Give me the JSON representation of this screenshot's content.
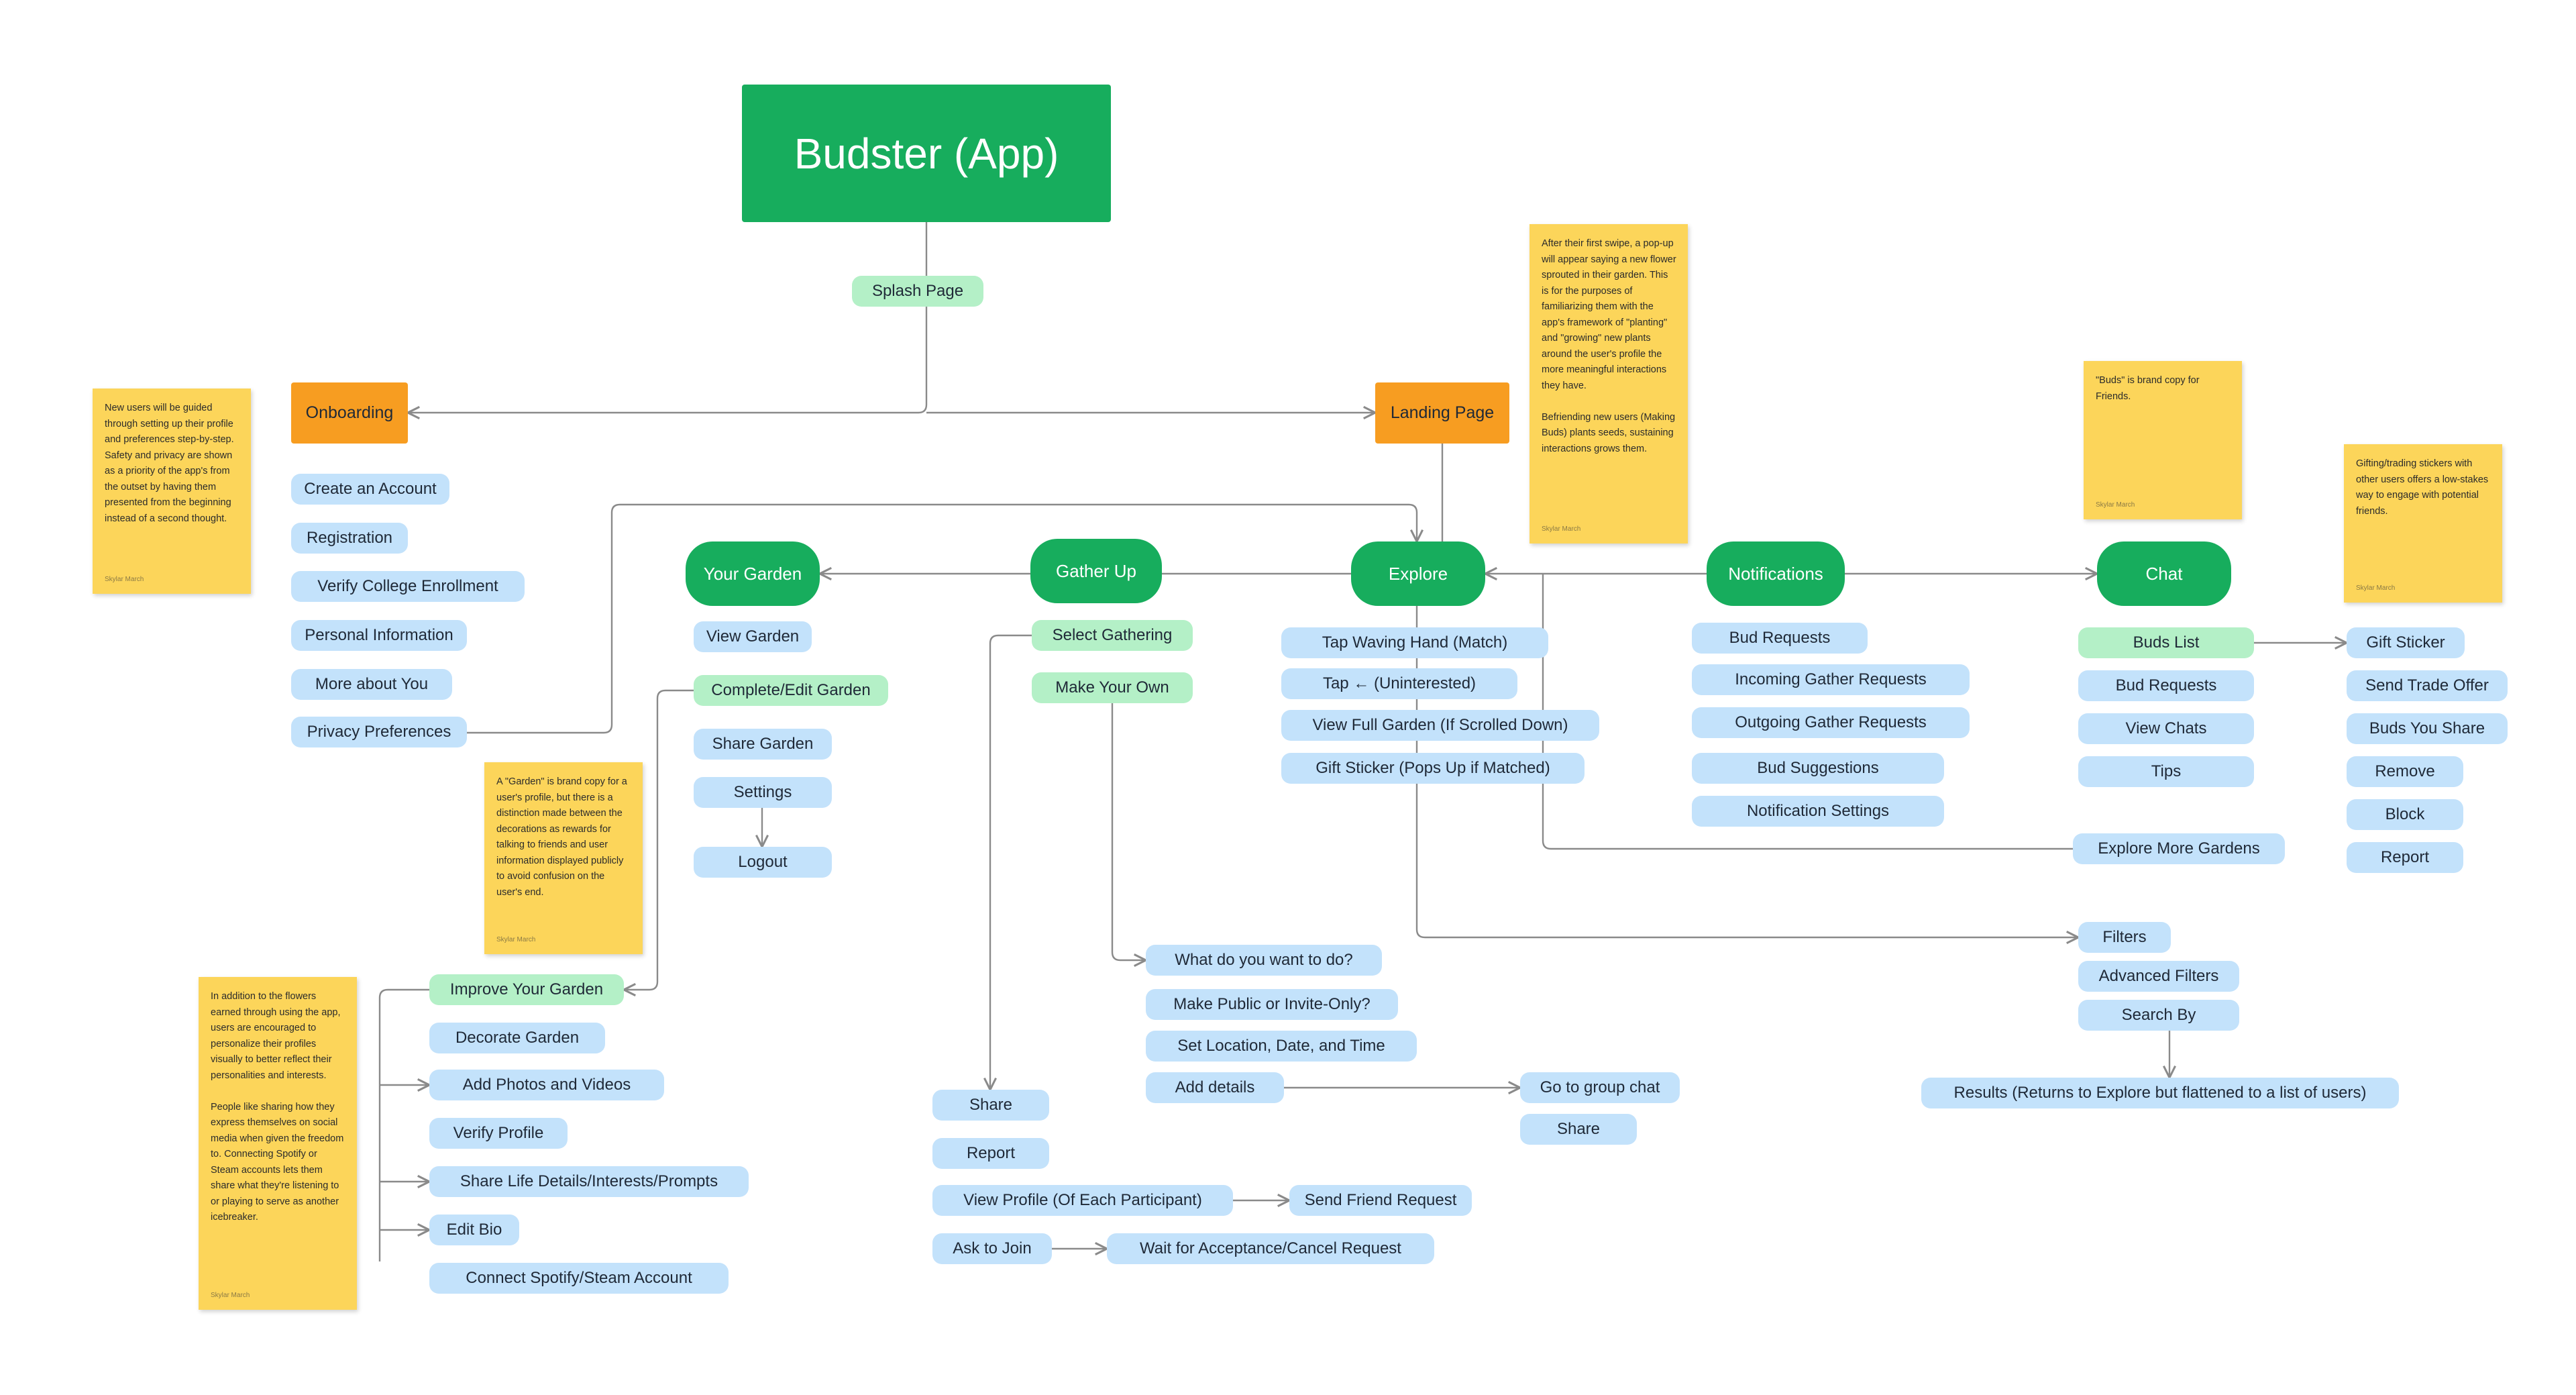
{
  "diagram": {
    "title": "Budster (App)",
    "splash": "Splash Page",
    "onboarding": {
      "label": "Onboarding",
      "items": [
        "Create an Account",
        "Registration",
        "Verify College Enrollment",
        "Personal Information",
        "More about You",
        "Privacy Preferences"
      ]
    },
    "landing": "Landing Page",
    "your_garden": {
      "label": "Your Garden",
      "items": [
        "View Garden",
        "Complete/Edit Garden",
        "Share Garden",
        "Settings",
        "Logout"
      ]
    },
    "improve": {
      "label": "Improve Your Garden",
      "items": [
        "Decorate Garden",
        "Add Photos and Videos",
        "Verify Profile",
        "Share Life Details/Interests/Prompts",
        "Edit Bio",
        "Connect Spotify/Steam Account"
      ]
    },
    "gather": {
      "label": "Gather Up",
      "select": "Select Gathering",
      "make": "Make Your Own",
      "make_steps": [
        "What do you want to do?",
        "Make Public or Invite-Only?",
        "Set Location, Date, and Time",
        "Add details"
      ],
      "after_details": [
        "Go to group chat",
        "Share"
      ],
      "select_actions": [
        "Share",
        "Report",
        "View Profile (Of Each Participant)",
        "Ask to Join"
      ],
      "send_friend": "Send Friend Request",
      "wait": "Wait for Acceptance/Cancel Request"
    },
    "explore": {
      "label": "Explore",
      "items": [
        "Tap Waving Hand (Match)",
        "Tap ← (Uninterested)",
        "View Full Garden (If Scrolled Down)",
        "Gift Sticker (Pops Up if Matched)"
      ],
      "more": "Explore More Gardens",
      "filters": [
        "Filters",
        "Advanced Filters",
        "Search By"
      ],
      "results": "Results (Returns to Explore but flattened to a list of users)"
    },
    "notifications": {
      "label": "Notifications",
      "items": [
        "Bud Requests",
        "Incoming Gather Requests",
        "Outgoing Gather Requests",
        "Bud Suggestions",
        "Notification Settings"
      ]
    },
    "chat": {
      "label": "Chat",
      "items": [
        "Buds List",
        "Bud Requests",
        "View Chats",
        "Tips"
      ],
      "buds_actions": [
        "Gift Sticker",
        "Send Trade Offer",
        "Buds You Share",
        "Remove",
        "Block",
        "Report"
      ]
    }
  },
  "notes": [
    {
      "id": "onboarding",
      "text": "New users will be guided through setting up their profile and preferences step-by-step. Safety and privacy are shown as a priority of the app's from the outset by having them presented from the beginning instead of a second thought.",
      "author": "Skylar March"
    },
    {
      "id": "swipe",
      "text": "After their first swipe, a pop-up will appear saying a new flower sprouted in their garden. This is for the purposes of familiarizing them with the app's framework of \"planting\" and \"growing\" new plants around the user's profile the more meaningful interactions they have.\n\nBefriending new users (Making Buds) plants seeds, sustaining interactions grows them.",
      "author": "Skylar March"
    },
    {
      "id": "buds",
      "text": "\"Buds\" is brand copy for Friends.",
      "author": "Skylar March"
    },
    {
      "id": "stickers",
      "text": "Gifting/trading stickers with other users offers a low-stakes way to engage with potential friends.",
      "author": "Skylar March"
    },
    {
      "id": "garden",
      "text": "A \"Garden\" is brand copy for a user's profile, but there is a distinction made between the decorations as rewards for talking to friends and user information displayed publicly to avoid confusion on the user's end.",
      "author": "Skylar March"
    },
    {
      "id": "flowers",
      "text": "In addition to the flowers earned through using the app, users are encouraged to personalize their profiles visually to better reflect their personalities and interests.\n\nPeople like sharing how they express themselves on social media when given the freedom to. Connecting Spotify or Steam accounts lets them share what they're listening to or playing to serve as another icebreaker.",
      "author": "Skylar March"
    }
  ],
  "colors": {
    "title_green": "#17ad5d",
    "section_green": "#17ad5d",
    "orange": "#f79d21",
    "light_blue": "#c3e2fb",
    "mint": "#b4f0c7",
    "sticky_yellow": "#fcd55a",
    "connector": "#8a8a8a"
  }
}
